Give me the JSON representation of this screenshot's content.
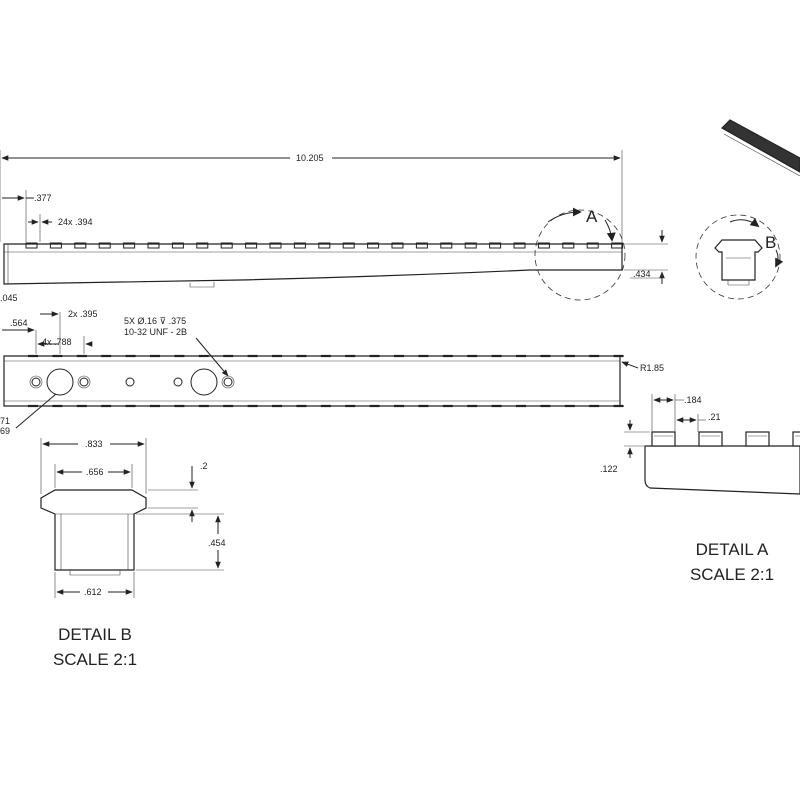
{
  "top_view": {
    "overall_length": "10.205",
    "first_slot_offset": ".377",
    "slot_spacing": "24x .394",
    "end_height": ".434",
    "partial_dim_left": ".045",
    "detail_callout": "A"
  },
  "front_view": {
    "dim_564": ".564",
    "dim_2x395": "2x .395",
    "dim_4x788": "4x .788",
    "hole_note_line1": "5X Ø.16 ⊽ .375",
    "hole_note_line2": "10-32 UNF - 2B",
    "radius_note": "R1.85",
    "partial_dim_a": "71",
    "partial_dim_b": "69"
  },
  "section_view": {
    "detail_callout": "B"
  },
  "detail_a": {
    "dim_184": ".184",
    "dim_21": ".21",
    "dim_122": ".122",
    "title": "DETAIL A",
    "scale": "SCALE 2:1"
  },
  "detail_b": {
    "width_top": ".833",
    "width_mid": ".656",
    "height_top": ".2",
    "height_body": ".454",
    "width_bottom": ".612",
    "title": "DETAIL B",
    "scale": "SCALE 2:1"
  },
  "colors": {
    "line": "#222222",
    "background": "#ffffff"
  }
}
